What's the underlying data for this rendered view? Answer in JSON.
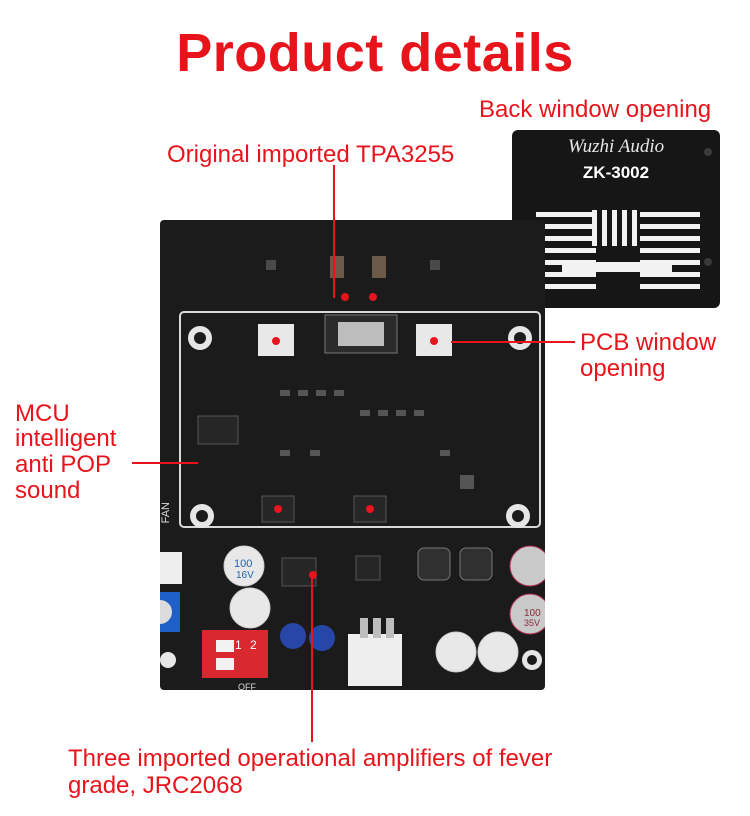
{
  "title": "Product details",
  "labels": {
    "back_window": "Back window opening",
    "tpa": "Original imported TPA3255",
    "pcb_line1": "PCB window",
    "pcb_line2": "opening",
    "mcu_line1": "MCU",
    "mcu_line2": "intelligent",
    "mcu_line3": "anti POP",
    "mcu_line4": "sound",
    "opamp_line1": "Three imported operational amplifiers of fever",
    "opamp_line2": "grade, JRC2068"
  },
  "back_panel": {
    "brand": "Wuzhi Audio",
    "model": "ZK-3002"
  },
  "board_text": {
    "fan": "FAN",
    "off": "OFF",
    "switch_1": "1",
    "switch_2": "2",
    "cap_small": "100",
    "cap_small_v": "16V",
    "cap_big": "100",
    "cap_big_v": "35V"
  },
  "colors": {
    "accent": "#e8141b",
    "board": "#1b1b1b",
    "silkscreen": "#d9d9d9",
    "pot": "#1f5fc8",
    "dip": "#d9282f"
  }
}
